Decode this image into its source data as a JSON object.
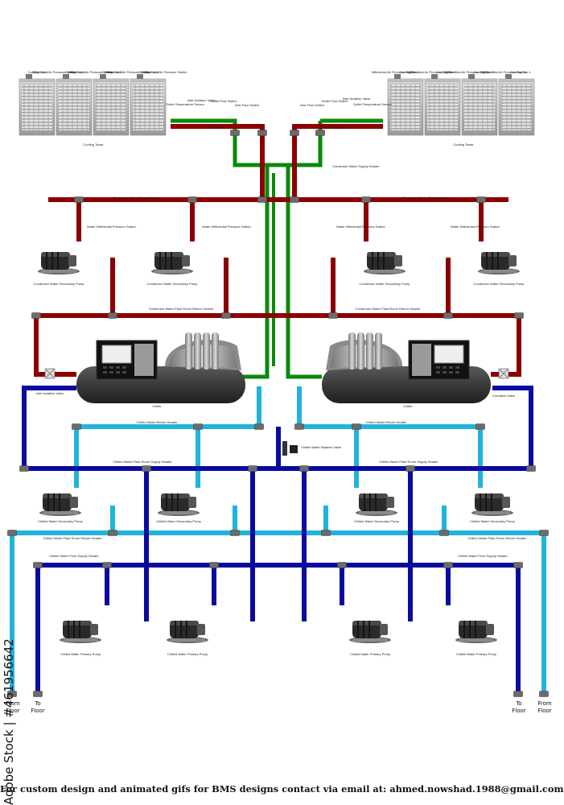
{
  "cooling_towers": {
    "left": {
      "label": "Cooling Tower",
      "units": [
        {
          "fan": "Cooling Fan 1",
          "switch": "Differential Air Pressure Switch"
        },
        {
          "fan": "Cooling Fan 2",
          "switch": "Differential Air Pressure Switch"
        },
        {
          "fan": "Cooling Fan 3",
          "switch": "Differential Air Pressure Switch"
        },
        {
          "fan": "Cooling Fan 4",
          "switch": "Differential Air Pressure Switch"
        }
      ],
      "outlet_temp_sensor": "Outlet Temperature Sensor",
      "inlet_isolation_valve": "Inlet Isolation Valve",
      "outlet_flow_switch": "Outlet Flow Switch",
      "inlet_flow_switch": "Inlet Flow Switch",
      "sensor": "Sensor"
    },
    "right": {
      "label": "Cooling Tower",
      "units": [
        {
          "fan": "Cooling Fan 1",
          "switch": "Differential Air Pressure Switch"
        },
        {
          "fan": "Cooling Fan 2",
          "switch": "Differential Air Pressure Switch"
        },
        {
          "fan": "Cooling Fan 3",
          "switch": "Differential Air Pressure Switch"
        },
        {
          "fan": "Cooling Fan 4",
          "switch": "Differential Air Pressure Switch"
        }
      ],
      "inlet_flow_switch": "Inlet Flow Switch",
      "outlet_flow_switch": "Outlet Flow Switch",
      "inlet_isolation_valve": "Inlet Isolation Valve",
      "outlet_temp_sensor": "Outlet Temperature Sensor",
      "sensor": "Sensor"
    }
  },
  "headers": {
    "cw_supply": "Condenser Water Supply Header",
    "cw_return_left": "Condenser Water Return Header",
    "cw_return_right": "Condenser Water Return Header",
    "cw_plant_room_return_left": "Condenser Water Plant Room Return Header",
    "cw_plant_room_return_right": "Condenser Water Plant Room Return Header",
    "chw_return_left": "Chilled Water Return Header",
    "chw_return_right": "Chilled Water Return Header",
    "chw_plant_supply_left": "Chilled Water Plant Room Supply Header",
    "chw_plant_supply_right": "Chilled Water Plant Room Supply Header",
    "chw_plant_return_left": "Chilled Water Plant Room Return Header",
    "chw_plant_return_right": "Chilled Water Plant Room Return Header",
    "chw_floor_supply_left": "Chilled Water Floor Supply Header",
    "chw_floor_supply_right": "Chilled Water Floor Supply Header"
  },
  "pressure_switches": [
    "Water Differential Pressure Switch",
    "Water Differential Pressure Switch",
    "Water Differential Pressure Switch",
    "Water Differential Pressure Switch"
  ],
  "condenser_pumps": [
    "Condenser Water Secondary Pump",
    "Condenser Water Secondary Pump",
    "Condenser Water Secondary Pump",
    "Condenser Water Secondary Pump"
  ],
  "chillers": {
    "left": "Chiller",
    "right": "Chiller"
  },
  "isolation_valves": {
    "left": "Inlet Isolation Valve",
    "right": "Condition Valve"
  },
  "balance_valve": "Chilled Water Balance Valve",
  "chw_secondary_pumps": [
    "Chilled Water Secondary Pump",
    "Chilled Water Secondary Pump",
    "Chilled Water Secondary Pump",
    "Chilled Water Secondary Pump"
  ],
  "chw_primary_pumps": [
    "Chilled Water Primary Pump",
    "Chilled Water Primary Pump",
    "Chilled Water Primary Pump",
    "Chilled Water Primary Pump"
  ],
  "floor_labels": {
    "from_l1": "From",
    "from_l2": "Floor",
    "to_l1": "To",
    "to_l2": "Floor"
  },
  "footer": "For custom design and animated gifs for BMS designs contact via email at: ahmed.nowshad.1988@gmail.com",
  "watermark": "Adobe Stock | #461956642",
  "colors": {
    "condenser_return": "#8b0000",
    "condenser_supply": "#0a8a0a",
    "chilled_return": "#20b4dc",
    "chilled_supply": "#0a0aa0",
    "fitting": "#6b6b6b"
  }
}
